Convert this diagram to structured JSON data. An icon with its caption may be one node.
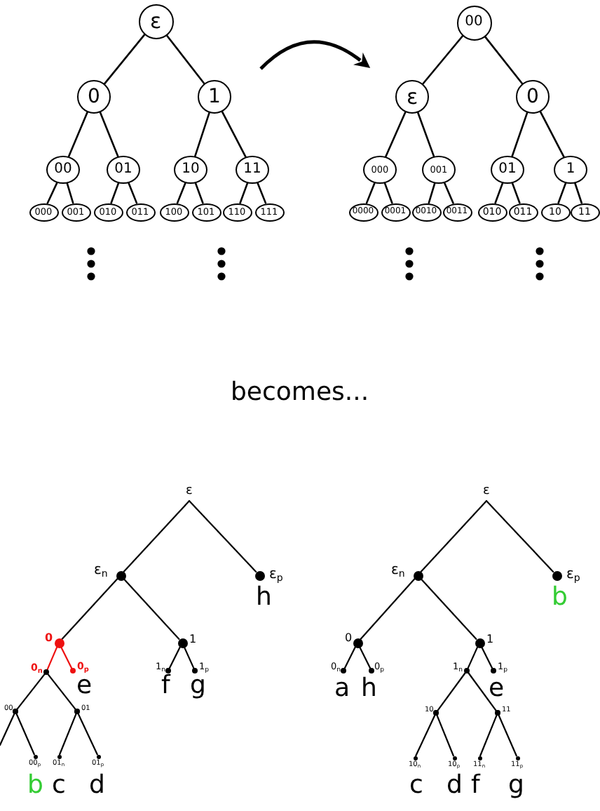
{
  "diagram": {
    "nodes": [
      {
        "text": [
          "ε"
        ]
      },
      {
        "text": [
          "0"
        ]
      },
      {
        "text": [
          "1"
        ]
      },
      {
        "text": [
          "00"
        ]
      },
      {
        "text": [
          "01"
        ]
      },
      {
        "text": [
          "10"
        ]
      },
      {
        "text": [
          "11"
        ]
      },
      {
        "text": [
          "000"
        ]
      },
      {
        "text": [
          "001"
        ]
      },
      {
        "text": [
          "010"
        ]
      },
      {
        "text": [
          "011"
        ]
      },
      {
        "text": [
          "100"
        ]
      },
      {
        "text": [
          "101"
        ]
      },
      {
        "text": [
          "110"
        ]
      },
      {
        "text": [
          "111"
        ]
      },
      {
        "text": [
          "00"
        ]
      },
      {
        "text": [
          "ε"
        ]
      },
      {
        "text": [
          "0"
        ]
      },
      {
        "text": [
          "000"
        ]
      },
      {
        "text": [
          "001"
        ]
      },
      {
        "text": [
          "01"
        ]
      },
      {
        "text": [
          "1"
        ]
      },
      {
        "text": [
          "0000"
        ]
      },
      {
        "text": [
          "0001"
        ]
      },
      {
        "text": [
          "0010"
        ]
      },
      {
        "text": [
          "0011"
        ]
      },
      {
        "text": [
          "010"
        ]
      },
      {
        "text": [
          "011"
        ]
      },
      {
        "text": [
          "10"
        ]
      },
      {
        "text": [
          "11"
        ]
      },
      {
        "text": [
          "ε"
        ]
      },
      {
        "text": [
          "ε$_{n}$"
        ]
      },
      {
        "text": [
          "ε$_{p}$"
        ],
        "beside": [
          "h"
        ]
      },
      {
        "text": [
          "0"
        ]
      },
      {
        "text": [
          "1"
        ]
      },
      {
        "text": [
          "0$_{n}$"
        ]
      },
      {
        "text": [
          "0$_{p}$"
        ],
        "beside": [
          "e"
        ]
      },
      {
        "text": [
          "1$_{n}$"
        ],
        "beside": [
          "f"
        ]
      },
      {
        "text": [
          "1$_{p}$"
        ],
        "beside": [
          "g"
        ]
      },
      {
        "text": [
          "00"
        ]
      },
      {
        "text": [
          "01"
        ]
      },
      {
        "text": [
          "00$_{p}$"
        ],
        "beside": [
          "b"
        ]
      },
      {
        "text": [
          "01$_{n}$"
        ],
        "beside": [
          "c"
        ]
      },
      {
        "text": [
          "01$_{p}$"
        ],
        "beside": [
          "d"
        ]
      },
      {
        "text": [
          "ε"
        ]
      },
      {
        "text": [
          "ε$_{n}$"
        ]
      },
      {
        "text": [
          "ε$_{p}$"
        ],
        "beside": [
          "b"
        ]
      },
      {
        "text": [
          "0"
        ]
      },
      {
        "text": [
          "1"
        ]
      },
      {
        "text": [
          "0$_{n}$"
        ],
        "beside": [
          "a"
        ]
      },
      {
        "text": [
          "0$_{p}$"
        ],
        "beside": [
          "h"
        ]
      },
      {
        "text": [
          "1$_{n}$"
        ]
      },
      {
        "text": [
          "1$_{p}$"
        ],
        "beside": [
          "e"
        ]
      },
      {
        "text": [
          "10"
        ]
      },
      {
        "text": [
          "11"
        ]
      },
      {
        "text": [
          "10$_{n}$"
        ],
        "beside": [
          "c"
        ]
      },
      {
        "text": [
          "10$_{p}$"
        ],
        "beside": [
          "d"
        ]
      },
      {
        "text": [
          "11$_{n}$"
        ],
        "beside": [
          "f"
        ]
      },
      {
        "text": [
          "11$_{p}$"
        ],
        "beside": [
          "g"
        ]
      }
    ],
    "edges": [
      {
        "from": 0,
        "to": 1,
        "arrow": "none"
      },
      {
        "from": 0,
        "to": 2,
        "arrow": "none"
      },
      {
        "from": 1,
        "to": 3,
        "arrow": "none"
      },
      {
        "from": 1,
        "to": 4,
        "arrow": "none"
      },
      {
        "from": 2,
        "to": 5,
        "arrow": "none"
      },
      {
        "from": 2,
        "to": 6,
        "arrow": "none"
      },
      {
        "from": 3,
        "to": 7,
        "arrow": "none"
      },
      {
        "from": 3,
        "to": 8,
        "arrow": "none"
      },
      {
        "from": 4,
        "to": 9,
        "arrow": "none"
      },
      {
        "from": 4,
        "to": 10,
        "arrow": "none"
      },
      {
        "from": 5,
        "to": 11,
        "arrow": "none"
      },
      {
        "from": 5,
        "to": 12,
        "arrow": "none"
      },
      {
        "from": 6,
        "to": 13,
        "arrow": "none"
      },
      {
        "from": 6,
        "to": 14,
        "arrow": "none"
      },
      {
        "from": 15,
        "to": 16,
        "arrow": "none"
      },
      {
        "from": 15,
        "to": 17,
        "arrow": "none"
      },
      {
        "from": 16,
        "to": 18,
        "arrow": "none"
      },
      {
        "from": 16,
        "to": 19,
        "arrow": "none"
      },
      {
        "from": 17,
        "to": 20,
        "arrow": "none"
      },
      {
        "from": 17,
        "to": 21,
        "arrow": "none"
      },
      {
        "from": 18,
        "to": 22,
        "arrow": "none"
      },
      {
        "from": 18,
        "to": 23,
        "arrow": "none"
      },
      {
        "from": 19,
        "to": 24,
        "arrow": "none"
      },
      {
        "from": 19,
        "to": 25,
        "arrow": "none"
      },
      {
        "from": 20,
        "to": 26,
        "arrow": "none"
      },
      {
        "from": 20,
        "to": 27,
        "arrow": "none"
      },
      {
        "from": 21,
        "to": 28,
        "arrow": "none"
      },
      {
        "from": 21,
        "to": 29,
        "arrow": "none"
      },
      {
        "from": 30,
        "to": 31,
        "arrow": "none"
      },
      {
        "from": 30,
        "to": 32,
        "arrow": "none"
      },
      {
        "from": 31,
        "to": 33,
        "arrow": "none"
      },
      {
        "from": 31,
        "to": 34,
        "arrow": "none"
      },
      {
        "from": 33,
        "to": 35,
        "arrow": "none",
        "color": "#ee1111"
      },
      {
        "from": 33,
        "to": 36,
        "arrow": "none",
        "color": "#ee1111"
      },
      {
        "from": 34,
        "to": 37,
        "arrow": "none"
      },
      {
        "from": 34,
        "to": 38,
        "arrow": "none"
      },
      {
        "from": 35,
        "to": 39,
        "arrow": "none"
      },
      {
        "from": 35,
        "to": 40,
        "arrow": "none"
      },
      {
        "from": 39,
        "to": null,
        "arrow": "none"
      },
      {
        "from": 39,
        "to": 41,
        "arrow": "none"
      },
      {
        "from": 40,
        "to": 42,
        "arrow": "none"
      },
      {
        "from": 40,
        "to": 43,
        "arrow": "none"
      },
      {
        "from": 44,
        "to": 45,
        "arrow": "none"
      },
      {
        "from": 44,
        "to": 46,
        "arrow": "none"
      },
      {
        "from": 45,
        "to": 47,
        "arrow": "none"
      },
      {
        "from": 45,
        "to": 48,
        "arrow": "none"
      },
      {
        "from": 47,
        "to": 49,
        "arrow": "none"
      },
      {
        "from": 47,
        "to": 50,
        "arrow": "none"
      },
      {
        "from": 48,
        "to": 51,
        "arrow": "none"
      },
      {
        "from": 48,
        "to": 52,
        "arrow": "none"
      },
      {
        "from": 51,
        "to": 53,
        "arrow": "none"
      },
      {
        "from": 51,
        "to": 54,
        "arrow": "none"
      },
      {
        "from": 53,
        "to": 55,
        "arrow": "none"
      },
      {
        "from": 53,
        "to": 56,
        "arrow": "none"
      },
      {
        "from": 54,
        "to": 57,
        "arrow": "none"
      },
      {
        "from": 54,
        "to": 58,
        "arrow": "none"
      }
    ],
    "labels": [
      "becomes..."
    ]
  }
}
